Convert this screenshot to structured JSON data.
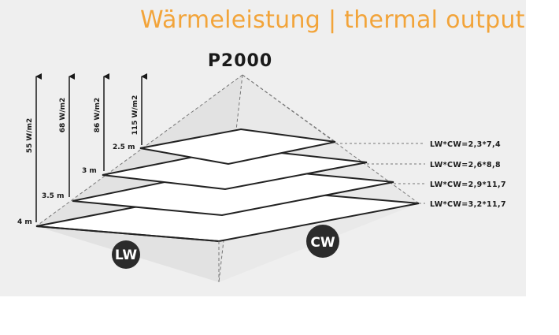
{
  "header": {
    "title": "Wärmeleistung | thermal output"
  },
  "product": {
    "name": "P2000"
  },
  "levels": [
    {
      "distance": "2.5 m",
      "power": "115 W/m2",
      "size": "LW*CW=2,3*7,4"
    },
    {
      "distance": "3 m",
      "power": "86 W/m2",
      "size": "LW*CW=2,6*8,8"
    },
    {
      "distance": "3.5 m",
      "power": "68 W/m2",
      "size": "LW*CW=2,9*11,7"
    },
    {
      "distance": "4 m",
      "power": "55 W/m2",
      "size": "LW*CW=3,2*11,7"
    }
  ],
  "badges": {
    "lw": "LW",
    "cw": "CW"
  },
  "colors": {
    "title": "#f2a43a",
    "badge": "#2b2b2b",
    "panel": "#efefef"
  }
}
